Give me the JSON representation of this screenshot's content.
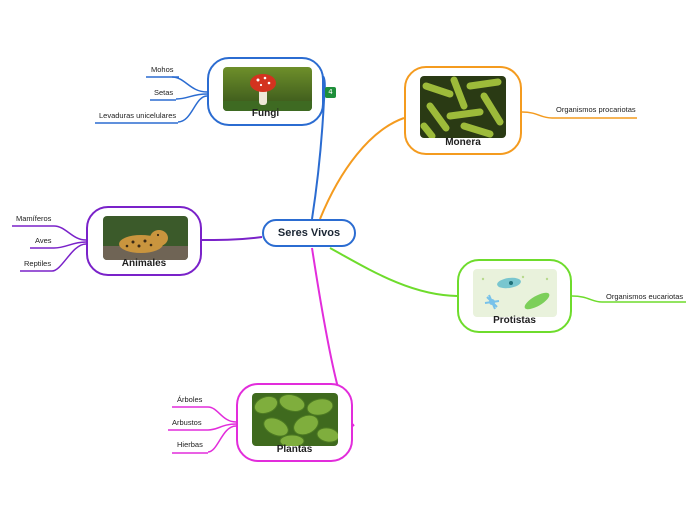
{
  "root": {
    "label": "Seres Vivos",
    "color": "#2b6cd1"
  },
  "badge": {
    "text": "4"
  },
  "branches": {
    "fungi": {
      "label": "Fungi",
      "color": "#2b6cd1",
      "image": "mushroom-photo",
      "leaves": [
        "Mohos",
        "Setas",
        "Levaduras unicelulares"
      ]
    },
    "monera": {
      "label": "Monera",
      "color": "#f49b1f",
      "image": "bacteria-photo",
      "leaves": [
        "Organismos procariotas"
      ]
    },
    "animales": {
      "label": "Animales",
      "color": "#7a22c9",
      "image": "jaguar-photo",
      "leaves": [
        "Mamíferos",
        "Aves",
        "Reptiles"
      ]
    },
    "protistas": {
      "label": "Protistas",
      "color": "#6edc2c",
      "image": "protist-illustration",
      "leaves": [
        "Organismos eucariotas"
      ]
    },
    "plantas": {
      "label": "Plantas",
      "color": "#e22ddb",
      "image": "leaves-photo",
      "leaves": [
        "Árboles",
        "Arbustos",
        "Hierbas"
      ]
    }
  }
}
